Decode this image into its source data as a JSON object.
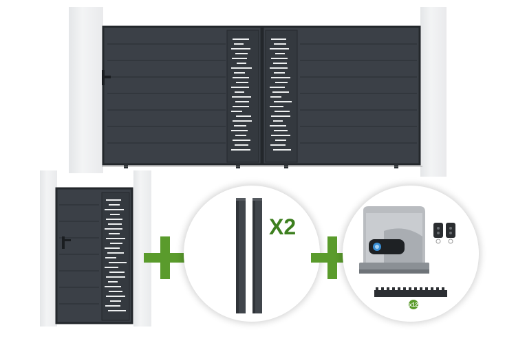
{
  "scene": {
    "colors": {
      "gate": "#3b4047",
      "gate_line": "#2a2e33",
      "pillar": "#ebeced",
      "accent_green": "#5a9b2c",
      "text_green": "#3d7f1f"
    },
    "main_gate": {
      "icon": "double-sliding-gate"
    },
    "pedestrian_gate": {
      "icon": "pedestrian-gate"
    },
    "posts": {
      "quantity_label": "X2"
    },
    "motor_kit": {
      "rack_badge": "x12",
      "icon": "gate-motor"
    }
  }
}
